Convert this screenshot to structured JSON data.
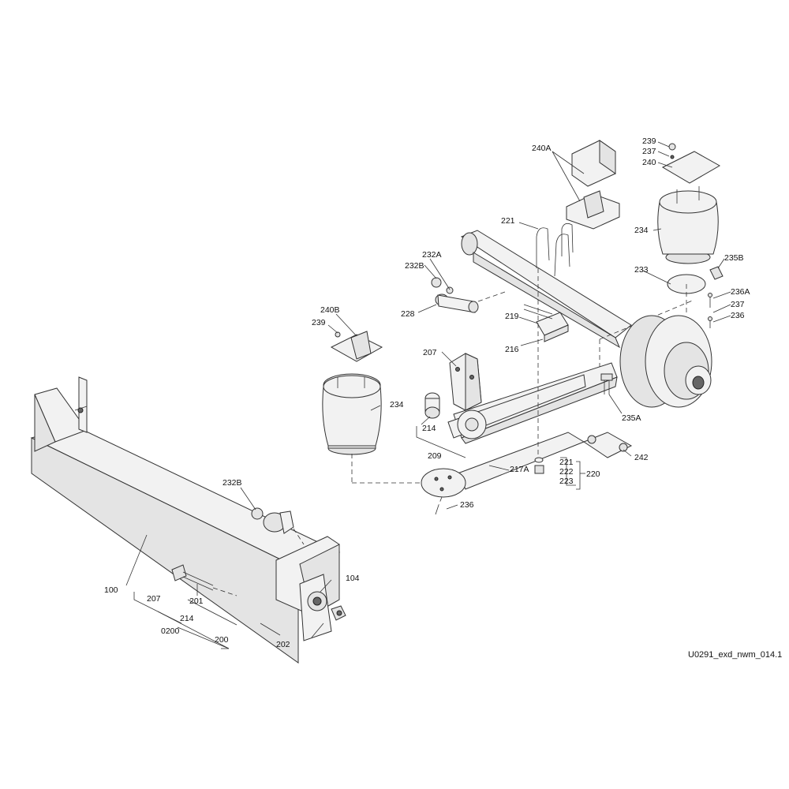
{
  "drawing_code": "U0291_exd_nwm_014.1",
  "labels": {
    "l100": "100",
    "l104": "104",
    "l201": "201",
    "l207a": "207",
    "l207b": "207",
    "l214a": "214",
    "l214b": "214",
    "l0200": "0200",
    "l200": "200",
    "l202": "202",
    "l232b_low": "232B",
    "l240b": "240B",
    "l239_left": "239",
    "l234_left": "234",
    "l209": "209",
    "l232a": "232A",
    "l232b_up": "232B",
    "l228": "228",
    "l221_top": "221",
    "l219": "219",
    "l216": "216",
    "l217a": "217A",
    "l236_low": "236",
    "l221_grp": "221",
    "l222": "222",
    "l223": "223",
    "l220": "220",
    "l242": "242",
    "l235a": "235A",
    "l240a": "240A",
    "l239_right": "239",
    "l237_top": "237",
    "l240": "240",
    "l234_right": "234",
    "l233": "233",
    "l235b": "235B",
    "l236a": "236A",
    "l237_right": "237",
    "l236_right": "236"
  }
}
